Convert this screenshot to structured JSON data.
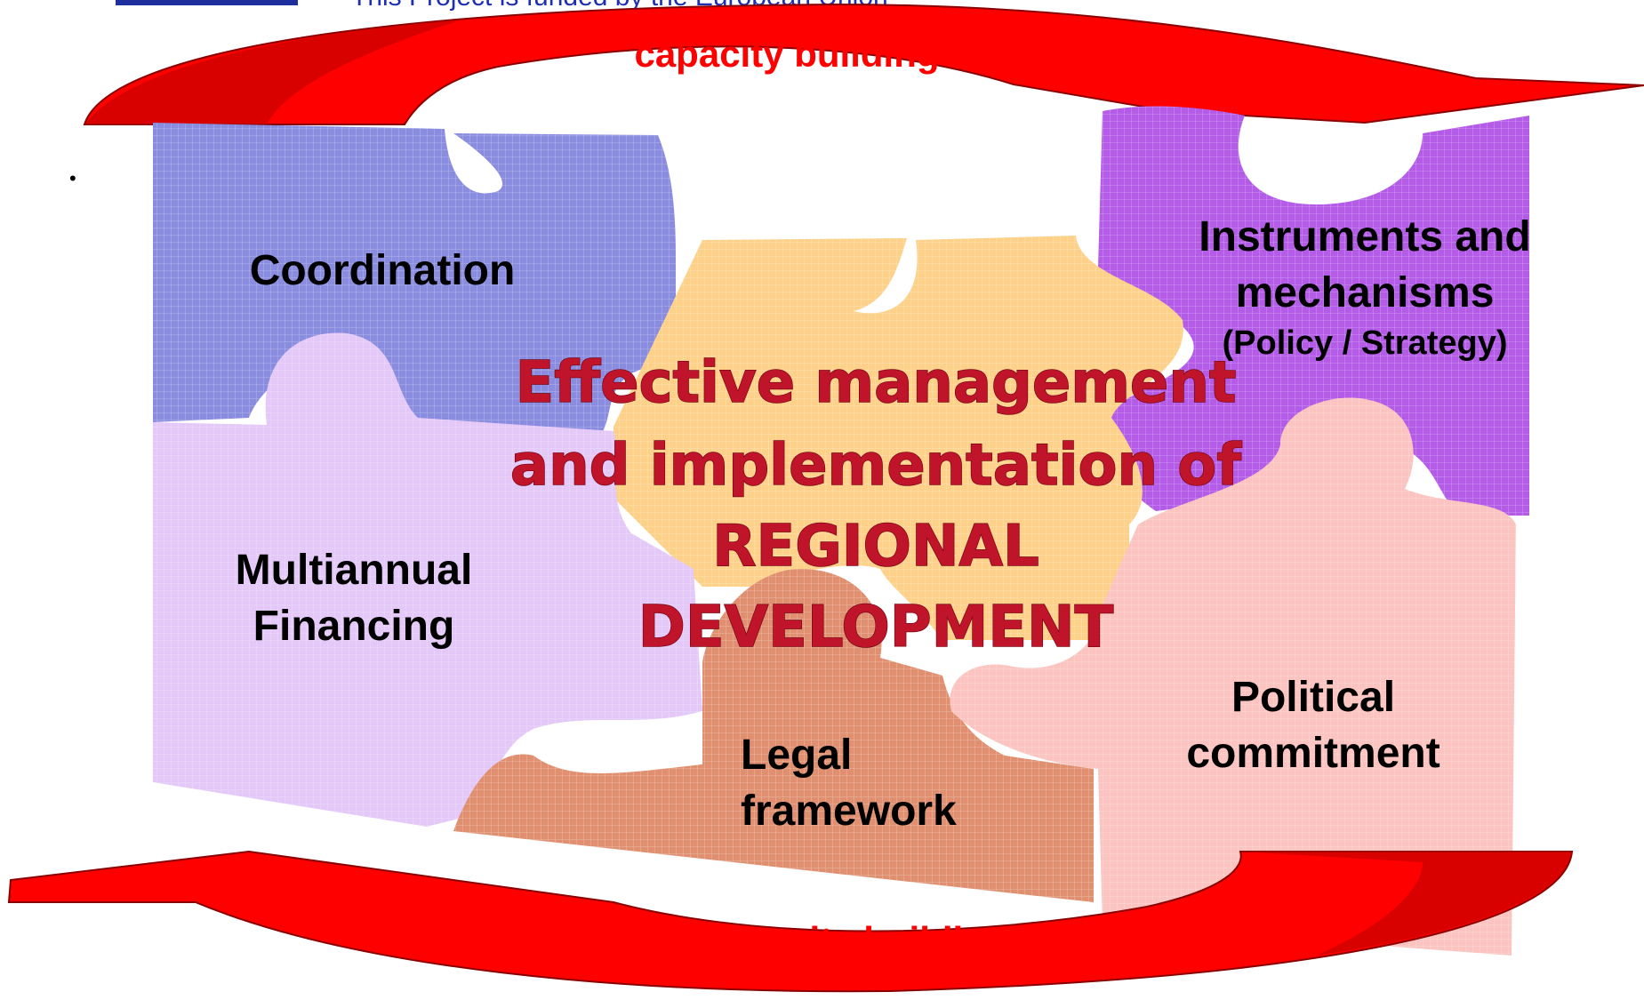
{
  "header": {
    "funding_text": "This Project is funded by the European Union"
  },
  "bullet": "•",
  "arrows": {
    "top_label": "capacity building",
    "bottom_label": "capacity building",
    "color": "#ff0000",
    "dark_color": "#c00000"
  },
  "pieces": {
    "coordination": {
      "label": "Coordination",
      "color": "#8a8ce0"
    },
    "instruments": {
      "line1": "Instruments and",
      "line2": "mechanisms",
      "line3": "(Policy / Strategy)",
      "color": "#b45ce8"
    },
    "financing": {
      "line1": "Multiannual",
      "line2": "Financing",
      "color": "#e3c8f8"
    },
    "center": {
      "color": "#fdd18a"
    },
    "legal": {
      "line1": "Legal",
      "line2": "framework",
      "color": "#e09070"
    },
    "political": {
      "line1": "Political",
      "line2": "commitment",
      "color": "#fcc4c0"
    }
  },
  "center_title": {
    "line1": "Effective management",
    "line2": "and implementation of",
    "line3": "REGIONAL",
    "line4": "DEVELOPMENT"
  }
}
